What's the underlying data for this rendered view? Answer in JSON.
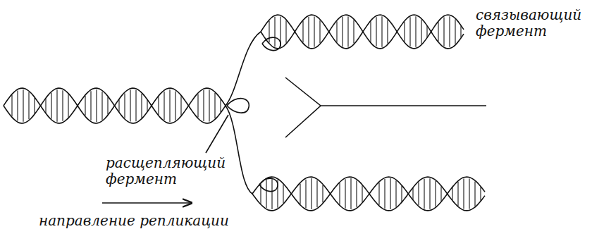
{
  "diagram": {
    "labels": [
      "расщепляющий фермент",
      "связывающий фермент",
      "направление репликации"
    ]
  }
}
